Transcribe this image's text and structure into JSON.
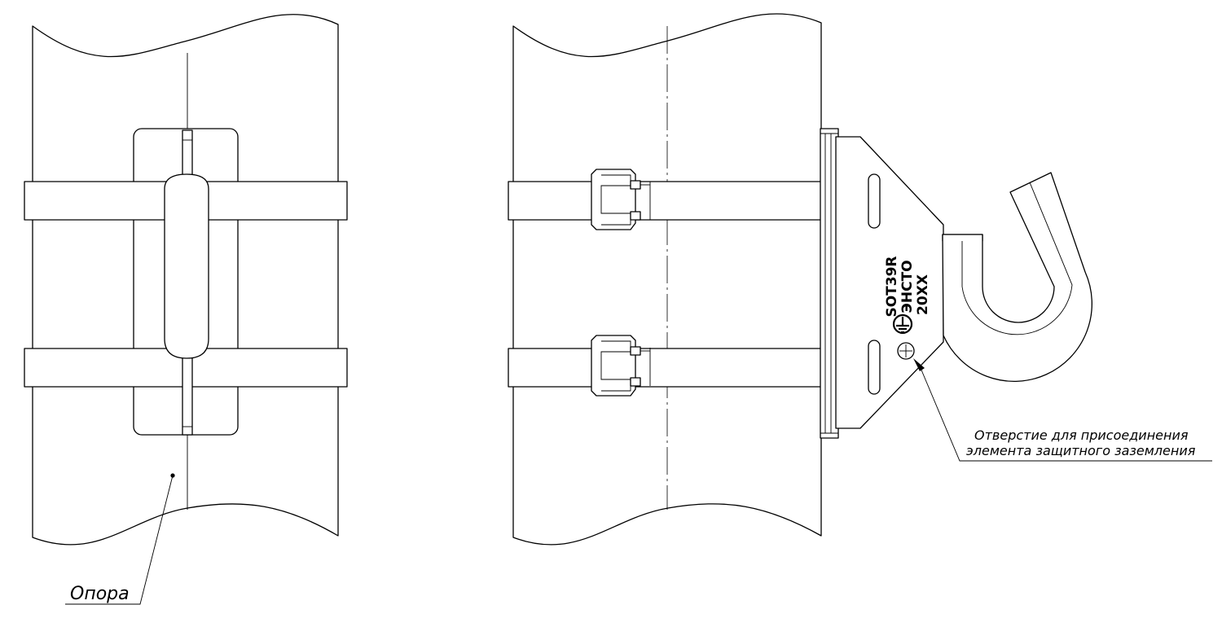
{
  "left_view": {
    "support_label": "Опора"
  },
  "right_view": {
    "marking": {
      "line1": "SOT39R",
      "line2": "ЭНСТО",
      "line3": "20XX"
    },
    "ground_symbol": "earth-ground-icon",
    "hole_label": {
      "line1": "Отверстие для присоединения",
      "line2": "элемента защитного заземления"
    }
  }
}
